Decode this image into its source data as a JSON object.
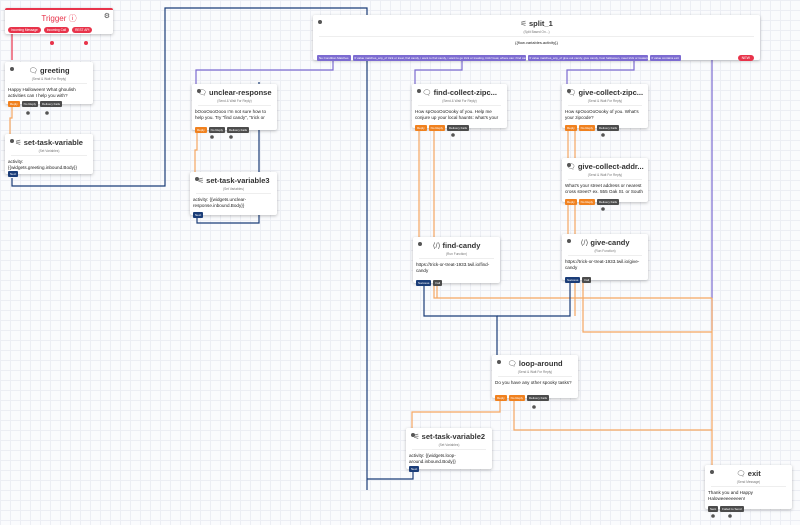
{
  "colors": {
    "trigger": "#e8334a",
    "split": "#7c6bd1",
    "orange": "#f0811f",
    "blue": "#1b3d78"
  },
  "trigger": {
    "title": "Trigger",
    "icon": "gear-icon",
    "pills": [
      "Incoming Message",
      "Incoming Call",
      "REST API"
    ]
  },
  "greeting": {
    "title": "greeting",
    "icon": "message-icon",
    "type": "(Send & Wait For Reply)",
    "body": "Happy Halloween! What ghoulish activities can I help you with?",
    "buttons": [
      "Reply",
      "No Reply",
      "Delivery Fails"
    ]
  },
  "set_task_variable": {
    "title": "set-task-variable",
    "icon": "variable-icon",
    "type": "(Set Variables)",
    "body": "activity: {{widgets.greeting.inbound.Body}}",
    "buttons": [
      "Next"
    ]
  },
  "split_1": {
    "title": "split_1",
    "icon": "split-icon",
    "type": "(Split Based On...)",
    "body": "{{flow.variables.activity}}",
    "transitions": [
      "No Condition Matches",
      "If value matches_any_of trick or treat, find candy, i want to find candy, i want to go trick or treating, trick! treat, where can i find candy, where can i go trick or treating",
      "If value matches_any_of give out candy, give candy, host halloween, meet trick or treaters",
      "If value contains exit"
    ],
    "new_label": "NEW"
  },
  "unclear_response": {
    "title": "unclear-response",
    "icon": "message-icon",
    "type": "(Send & Wait For Reply)",
    "body": "bOooOooOooo I'm not sure how to help you. Try \"find candy\", \"trick or treat\", or",
    "buttons": [
      "Reply",
      "No Reply",
      "Delivery Fails"
    ]
  },
  "set_task_variable3": {
    "title": "set-task-variable3",
    "icon": "variable-icon",
    "type": "(Set Variables)",
    "body": "activity: {{widgets.unclear-response.inbound.Body}}",
    "buttons": [
      "Next"
    ]
  },
  "find_collect_zip": {
    "title": "find-collect-zipc...",
    "icon": "message-icon",
    "type": "(Send & Wait For Reply)",
    "body": "How spOooOoOooky of you. Help me conjure up your local haunts: what's your",
    "buttons": [
      "Reply",
      "No Reply",
      "Delivery Fails"
    ]
  },
  "give_collect_zip": {
    "title": "give-collect-zipc...",
    "icon": "message-icon",
    "type": "(Send & Wait For Reply)",
    "body": "How spOooOoOooky of you. What's your zipcode?",
    "buttons": [
      "Reply",
      "No Reply",
      "Delivery Fails"
    ]
  },
  "give_collect_addr": {
    "title": "give-collect-addr...",
    "icon": "message-icon",
    "type": "(Send & Wait For Reply)",
    "body": "What's your street address or nearest cross street? ex. 555 Oak St. or South",
    "buttons": [
      "Reply",
      "No Reply",
      "Delivery Fails"
    ]
  },
  "find_candy": {
    "title": "find-candy",
    "icon": "function-icon",
    "type": "(Run Function)",
    "body": "https://trick-or-treat-1933.twil.io/find-candy",
    "buttons": [
      "Success",
      "Fail"
    ]
  },
  "give_candy": {
    "title": "give-candy",
    "icon": "function-icon",
    "type": "(Run Function)",
    "body": "https://trick-or-treat-1933.twil.io/give-candy",
    "buttons": [
      "Success",
      "Fail"
    ]
  },
  "loop_around": {
    "title": "loop-around",
    "icon": "message-icon",
    "type": "(Send & Wait For Reply)",
    "body": "Do you have any other spooky tasks?",
    "buttons": [
      "Reply",
      "No Reply",
      "Delivery Fails"
    ]
  },
  "set_task_variable2": {
    "title": "set-task-variable2",
    "icon": "variable-icon",
    "type": "(Set Variables)",
    "body": "activity: {{widgets.loop-around.inbound.Body}}",
    "buttons": [
      "Next"
    ]
  },
  "exit": {
    "title": "exit",
    "icon": "message-icon",
    "type": "(Send Message)",
    "body": "Thank you and Happy Haloweeeeeeeen!",
    "buttons": [
      "Sent",
      "Failed to Send"
    ]
  }
}
